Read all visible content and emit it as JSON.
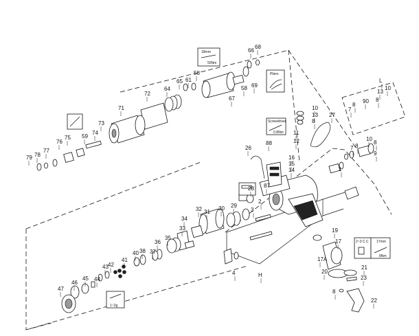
{
  "callouts": [
    {
      "text": "1"
    },
    {
      "text": "2"
    },
    {
      "text": "3"
    },
    {
      "text": "4"
    },
    {
      "text": "H"
    },
    {
      "text": "8"
    },
    {
      "text": "9"
    },
    {
      "text": "10"
    },
    {
      "text": "7"
    },
    {
      "text": "8"
    },
    {
      "text": "10"
    },
    {
      "text": "13"
    },
    {
      "text": "8"
    },
    {
      "text": "11"
    },
    {
      "text": "12"
    },
    {
      "text": "14"
    },
    {
      "text": "15"
    },
    {
      "text": "16"
    },
    {
      "text": "17"
    },
    {
      "text": "17A"
    },
    {
      "text": "19"
    },
    {
      "text": "20"
    },
    {
      "text": "21"
    },
    {
      "text": "22"
    },
    {
      "text": "23"
    },
    {
      "text": "8"
    },
    {
      "text": "26"
    },
    {
      "text": "27"
    },
    {
      "text": "28"
    },
    {
      "text": "29"
    },
    {
      "text": "30"
    },
    {
      "text": "31"
    },
    {
      "text": "32"
    },
    {
      "text": "33"
    },
    {
      "text": "34"
    },
    {
      "text": "35"
    },
    {
      "text": "36"
    },
    {
      "text": "37"
    },
    {
      "text": "38"
    },
    {
      "text": "40"
    },
    {
      "text": "41"
    },
    {
      "text": "42"
    },
    {
      "text": "43"
    },
    {
      "text": "44"
    },
    {
      "text": "45"
    },
    {
      "text": "46"
    },
    {
      "text": "47"
    },
    {
      "text": "58"
    },
    {
      "text": "58"
    },
    {
      "text": "59"
    },
    {
      "text": "61"
    },
    {
      "text": "64"
    },
    {
      "text": "65"
    },
    {
      "text": "66"
    },
    {
      "text": "67"
    },
    {
      "text": "68"
    },
    {
      "text": "69"
    },
    {
      "text": "71"
    },
    {
      "text": "72"
    },
    {
      "text": "73"
    },
    {
      "text": "74"
    },
    {
      "text": "75"
    },
    {
      "text": "76"
    },
    {
      "text": "77"
    },
    {
      "text": "78"
    },
    {
      "text": "79"
    },
    {
      "text": "87"
    },
    {
      "text": "88"
    },
    {
      "text": "L"
    },
    {
      "text": "7"
    },
    {
      "text": "8"
    },
    {
      "text": "90"
    },
    {
      "text": "8"
    },
    {
      "text": "13"
    },
    {
      "text": "10"
    }
  ],
  "tool_boxes": [
    {
      "title": "18mm",
      "sub": "50Nm"
    },
    {
      "title": "Pliers",
      "sub": ""
    },
    {
      "title": "Screwdriver",
      "sub": "0.8Nm"
    },
    {
      "title": "2~3 C.C",
      "sub": ""
    },
    {
      "title": "17mm",
      "sub": "8Nm"
    },
    {
      "title": "1~2g",
      "sub": ""
    }
  ]
}
